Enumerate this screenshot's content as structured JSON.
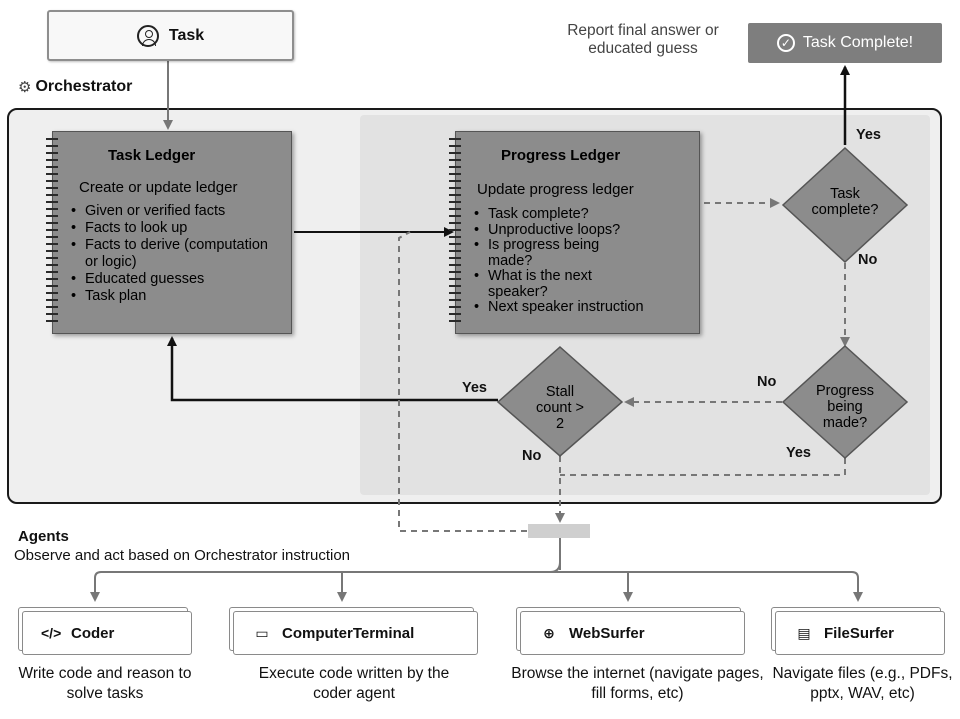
{
  "task": {
    "label": "Task",
    "icon": "person-icon"
  },
  "orchestrator": {
    "label": "Orchestrator",
    "icon": "gear-icon"
  },
  "task_ledger": {
    "title": "Task Ledger",
    "subtitle": "Create or update ledger",
    "items": [
      "Given or verified facts",
      "Facts to look up",
      "Facts to derive (computation or logic)",
      "Educated guesses",
      "Task plan"
    ]
  },
  "progress_ledger": {
    "title": "Progress Ledger",
    "subtitle": "Update progress ledger",
    "items": [
      "Task complete?",
      "Unproductive loops?",
      "Is progress being made?",
      "What is the next speaker?",
      "Next speaker instruction"
    ]
  },
  "decisions": {
    "task_complete": "Task complete?",
    "progress_made": "Progress being made?",
    "stall_count": "Stall count > 2"
  },
  "edge_labels": {
    "yes_complete": "Yes",
    "no_complete": "No",
    "no_progress": "No",
    "yes_progress": "Yes",
    "yes_stall": "Yes",
    "no_stall": "No"
  },
  "final": {
    "report_label": "Report final answer or educated guess",
    "complete_badge": "Task Complete!",
    "icon": "check-circle-icon"
  },
  "agents": {
    "title": "Agents",
    "description": "Observe and act based on Orchestrator instruction",
    "list": [
      {
        "name": "Coder",
        "icon": "code-icon",
        "description": "Write code and reason to solve tasks"
      },
      {
        "name": "ComputerTerminal",
        "icon": "terminal-icon",
        "description": "Execute code written by the coder agent"
      },
      {
        "name": "WebSurfer",
        "icon": "globe-icon",
        "description": "Browse the internet (navigate pages, fill forms, etc)"
      },
      {
        "name": "FileSurfer",
        "icon": "file-icon",
        "description": "Navigate files (e.g., PDFs, pptx, WAV, etc)"
      }
    ]
  }
}
